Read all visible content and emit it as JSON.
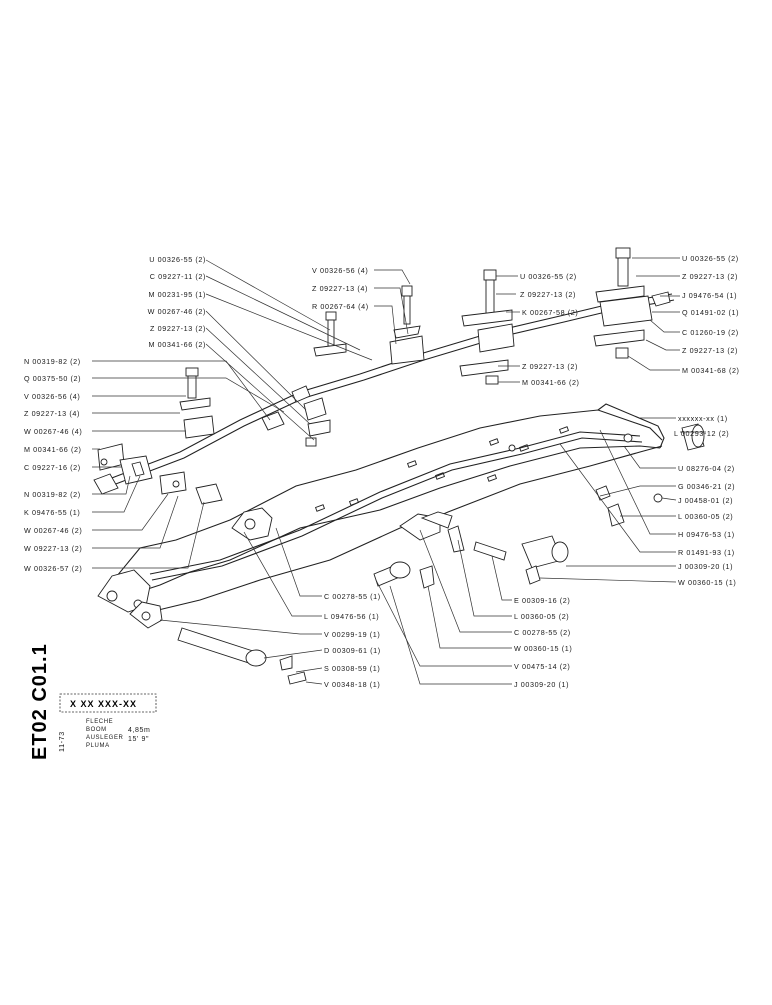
{
  "diagram": {
    "labels_left": [
      "U 00326-55 (2)",
      "C 09227-11 (2)",
      "M 00231-95 (1)",
      "W 00267-46 (2)",
      "Z 09227-13 (2)",
      "M 00341-66 (2)",
      "N 00319-82 (2)",
      "Q 00375-50 (2)",
      "V 00326-56 (4)",
      "Z 09227-13 (4)",
      "W 00267-46 (4)",
      "M 00341-66 (2)",
      "C 09227-16 (2)",
      "N 00319-82 (2)",
      "K 09476-55 (1)",
      "W 00267-46 (2)",
      "W 09227-13 (2)",
      "W 00326-57 (2)"
    ],
    "labels_top": [
      "V 00326-56 (4)",
      "Z 09227-13 (4)",
      "R 00267-64 (4)",
      "U 00326-55 (2)",
      "Z 09227-13 (2)",
      "K 00267-58 (2)",
      "Z 09227-13 (2)",
      "M 00341-66 (2)"
    ],
    "labels_right": [
      "U 00326-55 (2)",
      "Z 09227-13 (2)",
      "J 09476-54 (1)",
      "Q 01491-02 (1)",
      "C 01260-19 (2)",
      "Z 09227-13 (2)",
      "M 00341-68 (2)",
      "xxxxxx-xx (1)",
      "L 00293-12 (2)",
      "U 08276-04 (2)",
      "G 00346-21 (2)",
      "J 00458-01 (2)",
      "L 00360-05 (2)",
      "H 09476-53 (1)",
      "R 01491-93 (1)",
      "J 00309-20 (1)",
      "W 00360-15 (1)"
    ],
    "labels_bottom": [
      "C 00278-55 (1)",
      "L 09476-56 (1)",
      "V 00299-19 (1)",
      "D 00309-61 (1)",
      "S 00308-59 (1)",
      "V 00348-18 (1)",
      "E 00309-16 (2)",
      "L 00360-05 (2)",
      "C 00278-55 (2)",
      "W 00360-15 (1)",
      "V 00475-14 (2)",
      "J 00309-20 (1)"
    ]
  },
  "titleblock": {
    "sheet_code": "ET02 C01.1",
    "date": "11-73",
    "part_code": "X XX XXX-XX",
    "names": [
      "FLECHE",
      "BOOM",
      "AUSLEGER",
      "PLUMA"
    ],
    "size_metric": "4,85m",
    "size_imperial": "15' 9\""
  }
}
